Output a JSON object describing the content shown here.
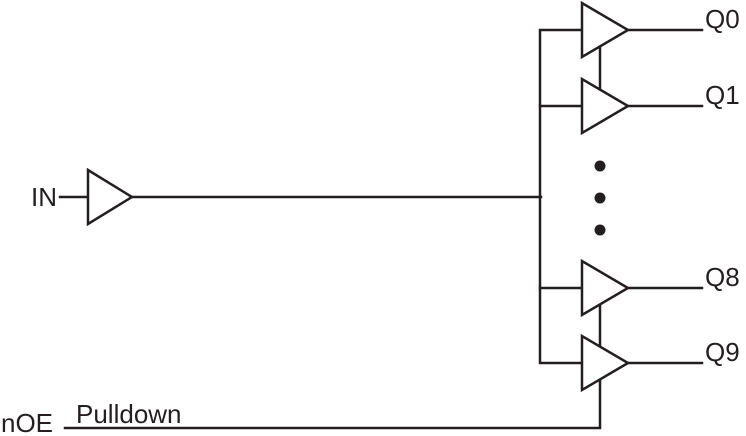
{
  "diagram": {
    "background": "#ffffff",
    "line_color": "#231f20",
    "buffer_fill": "#ffffff",
    "input": {
      "label": "IN"
    },
    "enable": {
      "label": "nOE",
      "note": "Pulldown"
    },
    "outputs": [
      {
        "label": "Q0"
      },
      {
        "label": "Q1"
      },
      {
        "label": "Q8"
      },
      {
        "label": "Q9"
      }
    ]
  }
}
